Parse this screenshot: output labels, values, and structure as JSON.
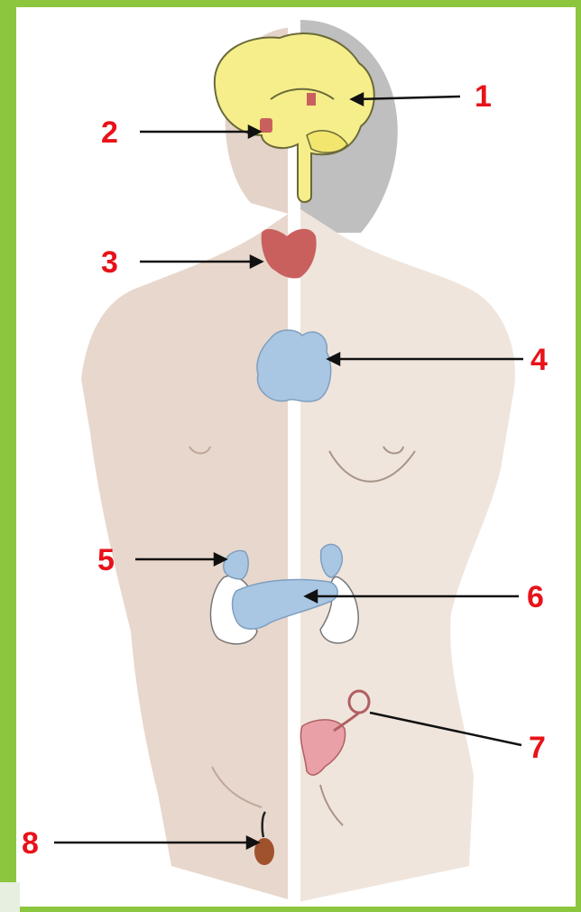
{
  "colors": {
    "frame": "#8cc63f",
    "paper": "#ffffff",
    "skin_male": "#e9d8cd",
    "skin_female": "#eee4dc",
    "hair": "#bdbdbd",
    "brain": "#f6ee8a",
    "thyroid": "#c9605e",
    "pituitary": "#c9605e",
    "pancreas_thymus": "#a9c6e3",
    "kidney": "#ffffff",
    "ovary": "#c9605e",
    "testis": "#a0522d",
    "label": "#e8121a",
    "arrow": "#111111"
  },
  "organs": [
    {
      "id": "brain",
      "icon": "brain-icon"
    },
    {
      "id": "pituitary",
      "icon": "pituitary-gland-icon"
    },
    {
      "id": "thyroid",
      "icon": "thyroid-gland-icon"
    },
    {
      "id": "thymus",
      "icon": "thymus-icon"
    },
    {
      "id": "adrenal",
      "icon": "adrenal-gland-icon"
    },
    {
      "id": "pancreas",
      "icon": "pancreas-icon"
    },
    {
      "id": "ovary",
      "icon": "ovary-uterus-icon"
    },
    {
      "id": "testis",
      "icon": "testis-icon"
    }
  ],
  "labels": [
    "1",
    "2",
    "3",
    "4",
    "5",
    "6",
    "7",
    "8"
  ]
}
